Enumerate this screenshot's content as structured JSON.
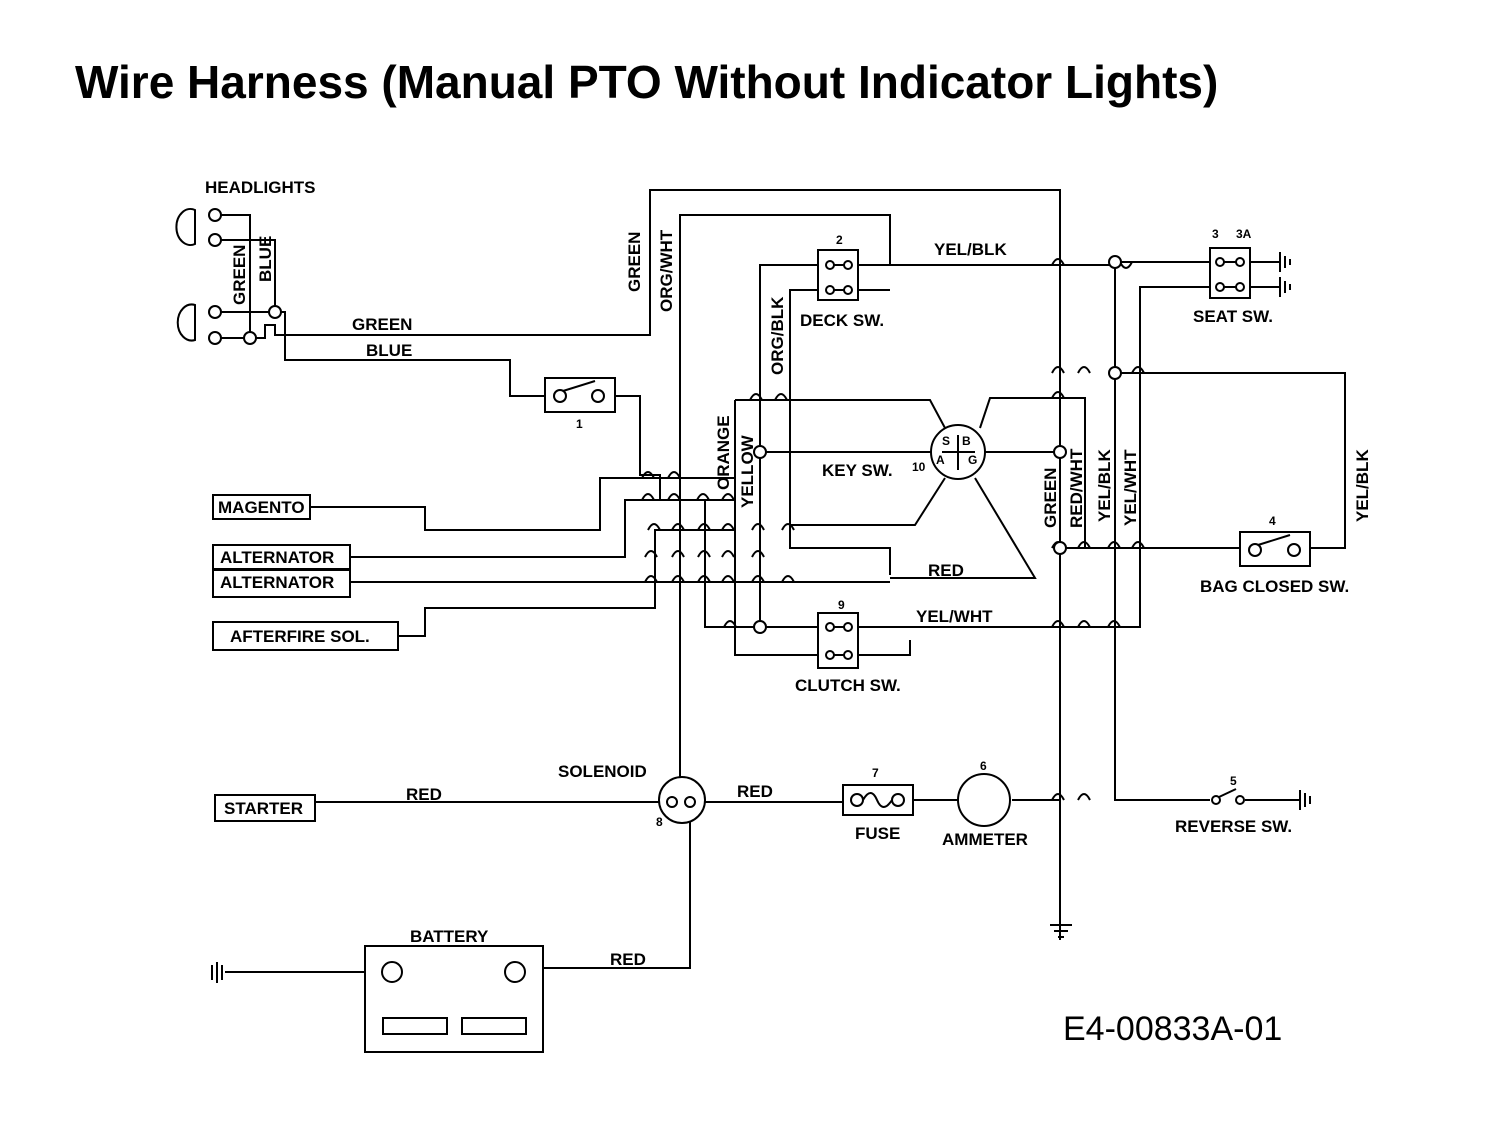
{
  "title": "Wire Harness (Manual PTO Without Indicator Lights)",
  "drawing_number": "E4-00833A-01",
  "components": {
    "headlights": "HEADLIGHTS",
    "magneto": "MAGENTO",
    "alternator_1": "ALTERNATOR",
    "alternator_2": "ALTERNATOR",
    "afterfire": "AFTERFIRE SOL.",
    "starter": "STARTER",
    "solenoid": "SOLENOID",
    "battery": "BATTERY",
    "fuse": "FUSE",
    "ammeter": "AMMETER",
    "deck_sw": "DECK SW.",
    "seat_sw": "SEAT SW.",
    "key_sw": "KEY SW.",
    "bag_closed_sw": "BAG CLOSED SW.",
    "clutch_sw": "CLUTCH SW.",
    "reverse_sw": "REVERSE SW."
  },
  "numbers": {
    "n1": "1",
    "n2": "2",
    "n3": "3",
    "n3a": "3A",
    "n4": "4",
    "n5": "5",
    "n6": "6",
    "n7": "7",
    "n8": "8",
    "n9": "9",
    "n10": "10"
  },
  "key_terminals": {
    "s": "S",
    "b": "B",
    "a": "A",
    "g": "G"
  },
  "wires": {
    "green_h": "GREEN",
    "blue_h": "BLUE",
    "green_v_headlight": "GREEN",
    "blue_v_headlight": "BLUE",
    "green_v_top": "GREEN",
    "orgwht_v": "ORG/WHT",
    "orgblk_v": "ORG/BLK",
    "orange_v": "ORANGE",
    "yellow_v": "YELLOW",
    "yelblk_top": "YEL/BLK",
    "green_v_right": "GREEN",
    "redwht_v": "RED/WHT",
    "yelblk_v": "YEL/BLK",
    "yelwht_v": "YEL/WHT",
    "yelblk_far": "YEL/BLK",
    "red_key": "RED",
    "yelwht_h": "YEL/WHT",
    "red_starter": "RED",
    "red_fuse": "RED",
    "red_battery": "RED"
  }
}
